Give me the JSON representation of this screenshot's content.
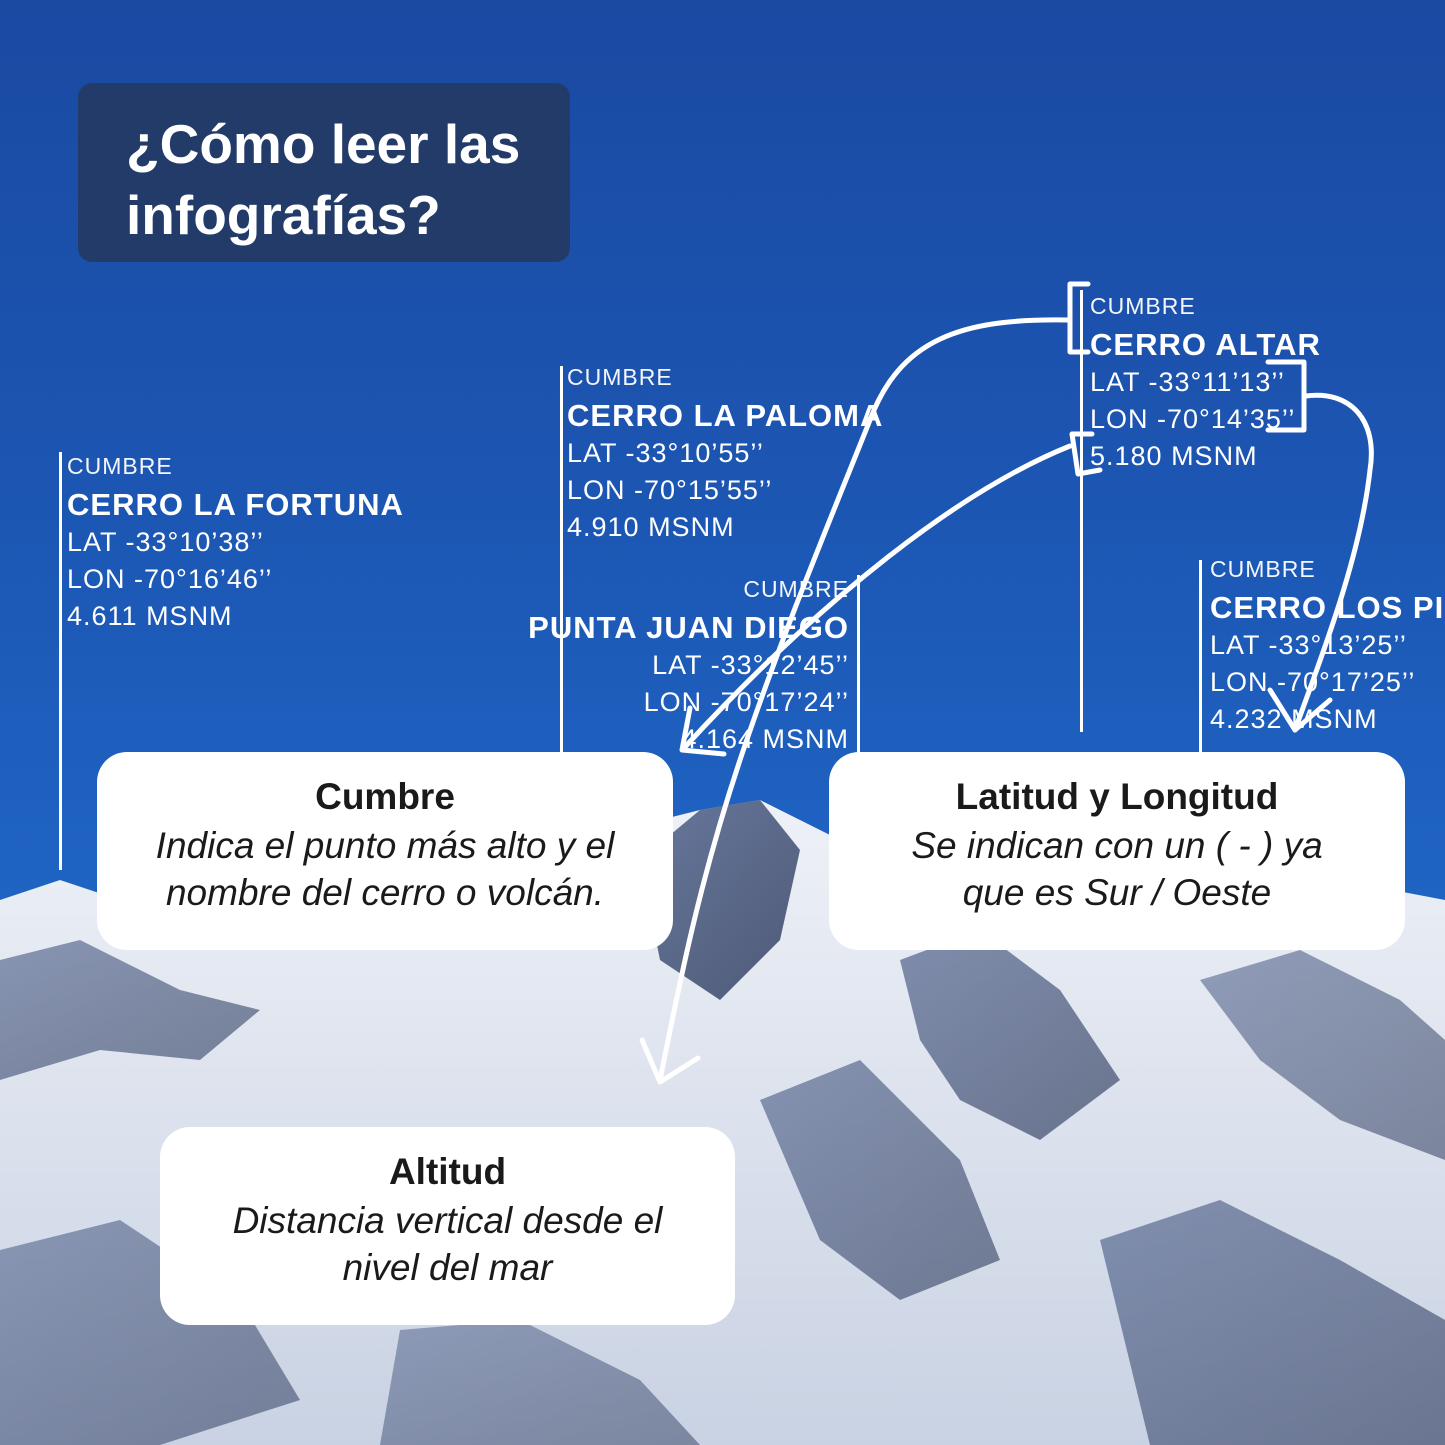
{
  "title": "¿Cómo leer las infografías?",
  "peaks": [
    {
      "kind": "CUMBRE",
      "name": "CERRO LA FORTUNA",
      "lat": "LAT -33°10’38’’",
      "lon": "LON -70°16’46’’",
      "alt": "4.611 MSNM"
    },
    {
      "kind": "CUMBRE",
      "name": "CERRO LA PALOMA",
      "lat": "LAT -33°10’55’’",
      "lon": "LON -70°15’55’’",
      "alt": "4.910 MSNM"
    },
    {
      "kind": "CUMBRE",
      "name": "PUNTA JUAN DIEGO",
      "lat": "LAT -33°12’45’’",
      "lon": "LON -70°17’24’’",
      "alt": "4.164 MSNM"
    },
    {
      "kind": "CUMBRE",
      "name": "CERRO ALTAR",
      "lat": "LAT -33°11’13’’",
      "lon": "LON -70°14’35’’",
      "alt": "5.180 MSNM"
    },
    {
      "kind": "CUMBRE",
      "name": "CERRO LOS PIC",
      "lat": "LAT -33°13’25’’",
      "lon": "LON -70°17’25’’",
      "alt": "4.232 MSNM"
    }
  ],
  "callouts": {
    "cumbre": {
      "heading": "Cumbre",
      "body1": "Indica el punto más alto y el",
      "body2": "nombre del cerro o volcán."
    },
    "latlon": {
      "heading": "Latitud y Longitud",
      "body1": "Se indican con un ( - ) ya",
      "body2": "que es Sur / Oeste"
    },
    "altitud": {
      "heading": "Altitud",
      "body1": "Distancia vertical desde el",
      "body2": "nivel del mar"
    }
  },
  "colors": {
    "sky": "#1c56b3",
    "title_box": "#223b68",
    "snow": "#f2f4f8",
    "rock": "#2a3c66"
  }
}
